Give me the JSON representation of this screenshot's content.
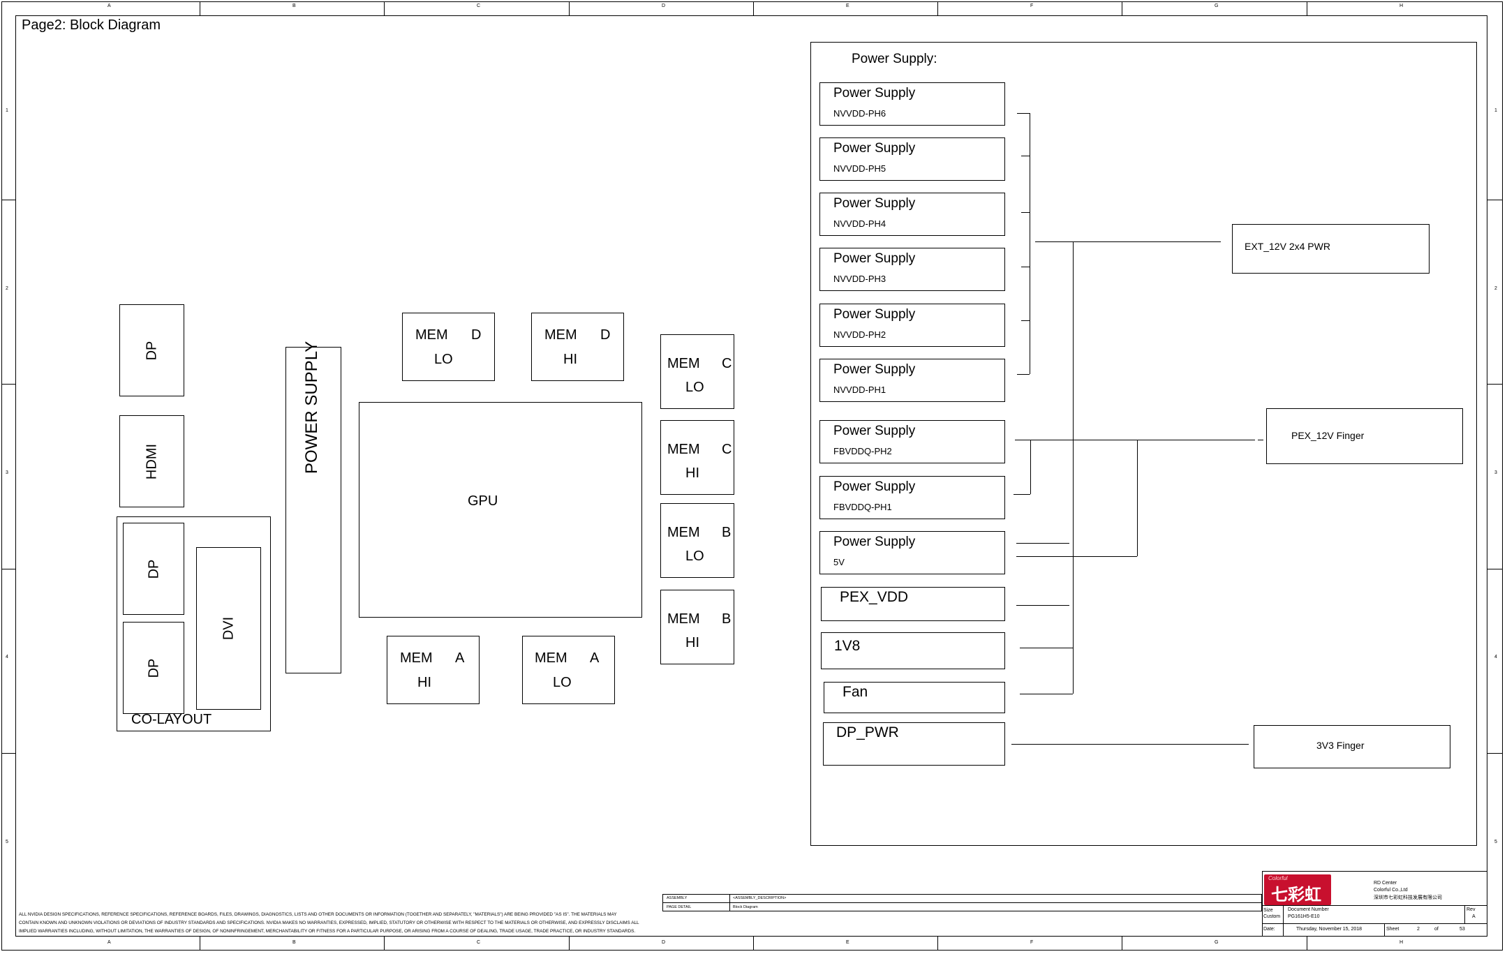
{
  "page_title": "Page2: Block Diagram",
  "frame": {
    "col_labels": [
      "A",
      "B",
      "C",
      "D",
      "E",
      "F",
      "G",
      "H"
    ],
    "row_labels": [
      "1",
      "2",
      "3",
      "4",
      "5"
    ]
  },
  "left": {
    "dp1": "DP",
    "hdmi": "HDMI",
    "dp2": "DP",
    "dp3": "DP",
    "dvi": "DVI",
    "colayout": "CO-LAYOUT",
    "power_supply": "POWER SUPPLY",
    "gpu": "GPU"
  },
  "mem": [
    {
      "id": "mem-d-lo",
      "left": "MEM",
      "right": "D",
      "bottom": "LO"
    },
    {
      "id": "mem-d-hi",
      "left": "MEM",
      "right": "D",
      "bottom": "HI"
    },
    {
      "id": "mem-c-lo",
      "left": "MEM",
      "right": "C",
      "bottom": "LO"
    },
    {
      "id": "mem-c-hi",
      "left": "MEM",
      "right": "C",
      "bottom": "HI"
    },
    {
      "id": "mem-b-lo",
      "left": "MEM",
      "right": "B",
      "bottom": "LO"
    },
    {
      "id": "mem-b-hi",
      "left": "MEM",
      "right": "B",
      "bottom": "HI"
    },
    {
      "id": "mem-a-hi",
      "left": "MEM",
      "right": "A",
      "bottom": "HI"
    },
    {
      "id": "mem-a-lo",
      "left": "MEM",
      "right": "A",
      "bottom": "LO"
    }
  ],
  "power": {
    "title": "Power Supply:",
    "blocks": [
      {
        "title": "Power Supply",
        "sub": "NVVDD-PH6"
      },
      {
        "title": "Power Supply",
        "sub": "NVVDD-PH5"
      },
      {
        "title": "Power Supply",
        "sub": "NVVDD-PH4"
      },
      {
        "title": "Power Supply",
        "sub": "NVVDD-PH3"
      },
      {
        "title": "Power Supply",
        "sub": "NVVDD-PH2"
      },
      {
        "title": "Power Supply",
        "sub": "NVVDD-PH1"
      },
      {
        "title": "Power Supply",
        "sub": "FBVDDQ-PH2"
      },
      {
        "title": "Power Supply",
        "sub": "FBVDDQ-PH1"
      },
      {
        "title": "Power Supply",
        "sub": "5V"
      }
    ],
    "pex_vdd": "PEX_VDD",
    "v1v8": "1V8",
    "fan": "Fan",
    "dp_pwr": "DP_PWR",
    "ext12v": "EXT_12V 2x4 PWR",
    "pex12v": "PEX_12V Finger",
    "v3v3": "3V3 Finger"
  },
  "footer": {
    "disclaimer_1": "ALL NVIDIA DESIGN SPECIFICATIONS, REFERENCE SPECIFICATIONS, REFERENCE BOARDS, FILES, DRAWINGS, DIAGNOSTICS, LISTS AND OTHER DOCUMENTS OR INFORMATION (TOGETHER AND SEPARATELY, \"MATERIALS\") ARE BEING PROVIDED \"AS IS\". THE MATERIALS MAY",
    "disclaimer_2": "CONTAIN KNOWN AND UNKNOWN VIOLATIONS OR DEVIATIONS OF INDUSTRY STANDARDS AND SPECIFICATIONS. NVIDIA MAKES NO WARRANTIES, EXPRESSED, IMPLIED, STATUTORY OR OTHERWISE WITH RESPECT TO THE MATERIALS OR OTHERWISE, AND EXPRESSLY DISCLAIMS ALL",
    "disclaimer_3": "IMPLIED WARRANTIES INCLUDING, WITHOUT LIMITATION, THE WARRANTIES OF DESIGN, OF NONINFRINGEMENT, MERCHANTABILITY OR FITNESS FOR A PARTICULAR PURPOSE, OR ARISING FROM A COURSE OF DEALING, TRADE USAGE, TRADE PRACTICE, OR INDUSTRY STANDARDS.",
    "assembly_label": "ASSEMBLY",
    "assembly_value": "<ASSEMBLY_DESCRIPTION>",
    "page_detail_label": "PAGE DETAIL",
    "page_detail_value": "Block Diagram",
    "logo_text": "七彩虹",
    "logo_brand": "Colorful",
    "company_1": "RD Center",
    "company_2": "Colorful Co.,Ltd",
    "company_3": "深圳市七彩虹科技发展有限公司",
    "size_label": "Size",
    "size_value": "Custom",
    "docnum_label": "Document Number",
    "docnum_value": "PG161H5-E10",
    "rev_label": "Rev",
    "rev_value": "A",
    "date_label": "Date:",
    "date_value": "Thursday, November 15, 2018",
    "sheet_label": "Sheet",
    "sheet_value": "2",
    "of_label": "of",
    "of_value": "53"
  }
}
